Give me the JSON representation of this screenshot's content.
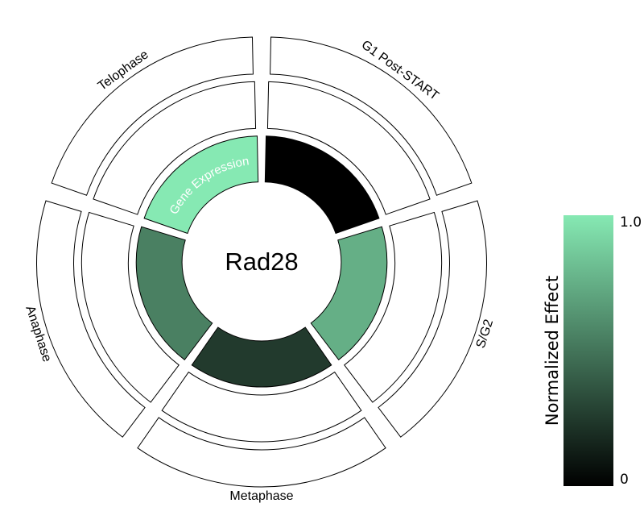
{
  "chart_data": {
    "type": "radial-sunburst",
    "center_label": "Rad28",
    "ring_label": "Gene Expression",
    "sectors": [
      {
        "name": "G1 Post-START",
        "gene_expression": 0.0
      },
      {
        "name": "S/G2",
        "gene_expression": 0.75
      },
      {
        "name": "Metaphase",
        "gene_expression": 0.25
      },
      {
        "name": "Anaphase",
        "gene_expression": 0.55
      },
      {
        "name": "Telophase",
        "gene_expression": 1.0
      }
    ],
    "colorbar": {
      "title": "Normalized Effect",
      "min_label": "0",
      "max_label": "1.0",
      "range": [
        0,
        1
      ],
      "color_low": "#000000",
      "color_high": "#86e9b3"
    }
  }
}
